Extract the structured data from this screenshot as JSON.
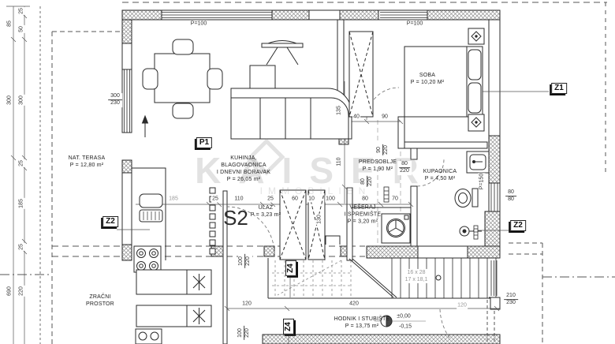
{
  "plan": {
    "unit": "S2",
    "watermark": {
      "brand": "KAISER",
      "sub": "IMMOBILIEN"
    },
    "rooms": {
      "soba": "SOBA\nP = 10,20 M²",
      "living": "KUHINJA,\nBLAGOVAONICA\nI DNEVNI BORAVAK\nP = 26,05 m²",
      "predsoblje": "PREDSOBLJE\nP = 1,90 M²",
      "kupaonica": "KUPAONICA\nP = 4,50 M²",
      "ulaz": "ULAZ\nP = 3,23 m²",
      "veseraj": "VEŠERAJ\nI SPREMIŠTE\nP = 3,20 m²",
      "terasa": "NAT. TERASA\nP = 12,80 m²",
      "zracni": "ZRAČNI\nPROSTOR",
      "hodnik": "HODNIK I STUBIŠTE\nP = 13,75 m²"
    },
    "tags": {
      "p1": "P1",
      "z1": "Z1",
      "z2_right": "Z2",
      "z2_left": "Z2",
      "z4_top": "Z4",
      "z4_bottom": "Z4"
    },
    "window_labels": {
      "living": "P=100",
      "bedroom": "P=100",
      "bathroom": "P=150"
    },
    "levels": {
      "upper": "±0,00",
      "lower": "-0,15"
    },
    "stairs_note": "16 x 28\n17 x 18,1",
    "dims": {
      "lo_85": "85",
      "lo_300": "300",
      "lo_690": "690",
      "li_25a": "25",
      "li_50": "50",
      "li_300": "300",
      "li_25b": "25",
      "li_185": "185",
      "li_25c": "25",
      "li_220": "220",
      "win_300": "300",
      "win_230": "230",
      "h_185": "185",
      "h_25a": "25",
      "h_110": "110",
      "h_25b": "25",
      "h_60": "60",
      "h_10": "10",
      "h_100": "100",
      "h_80": "80",
      "h_70": "70",
      "t_40": "40",
      "t_90": "90",
      "v_135": "135",
      "v_110": "110",
      "v_130": "130",
      "d90t": "90",
      "d90b": "220",
      "d80t": "80",
      "d80b": "220",
      "d80rt": "80",
      "d80rb": "220",
      "d100at": "100",
      "d100ab": "220",
      "d100bt": "100",
      "d100bb": "220",
      "bw_t": "80",
      "bw_b": "80",
      "sw_t": "210",
      "sw_b": "230",
      "b_120a": "120",
      "b_420": "420",
      "b_120b": "120"
    }
  }
}
